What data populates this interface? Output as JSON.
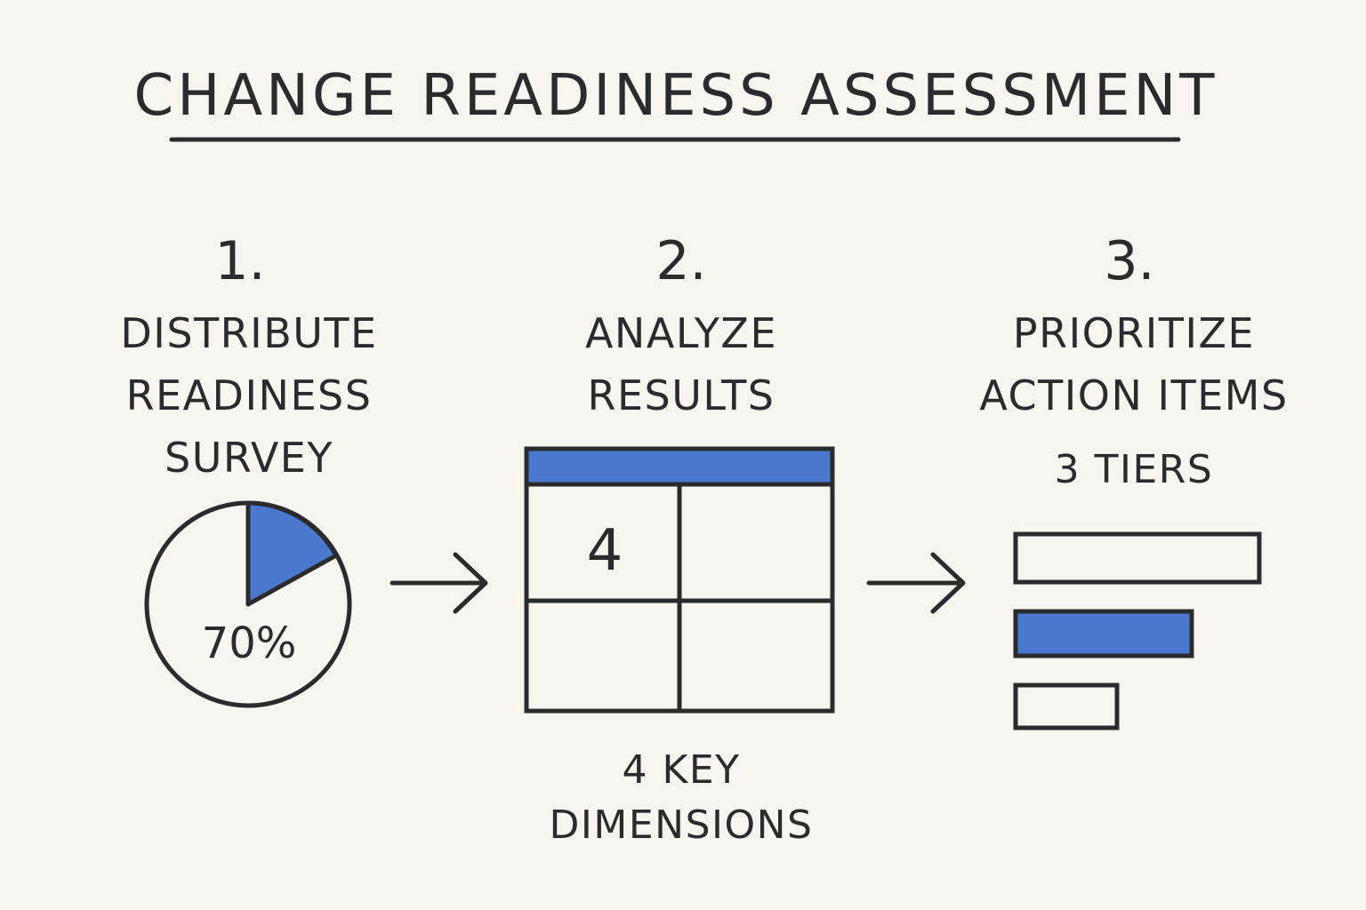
{
  "title": "CHANGE READINESS ASSESSMENT",
  "colors": {
    "ink": "#2a2b2d",
    "accent": "#4a78cf",
    "paper": "#f7f5f0"
  },
  "steps": [
    {
      "number": "1.",
      "title": "DISTRIBUTE\nREADINESS\nSURVEY",
      "visual": "pie-icon",
      "value_label": "70%"
    },
    {
      "number": "2.",
      "title": "ANALYZE\nRESULTS",
      "visual": "grid-table-icon",
      "cell_value": "4",
      "caption": "4 KEY\nDIMENSIONS"
    },
    {
      "number": "3.",
      "title": "PRIORITIZE\nACTION ITEMS",
      "visual": "tier-bars-icon",
      "caption": "3 TIERS",
      "tiers": 3
    }
  ],
  "connectors": [
    "arrow-right-icon",
    "arrow-right-icon"
  ]
}
